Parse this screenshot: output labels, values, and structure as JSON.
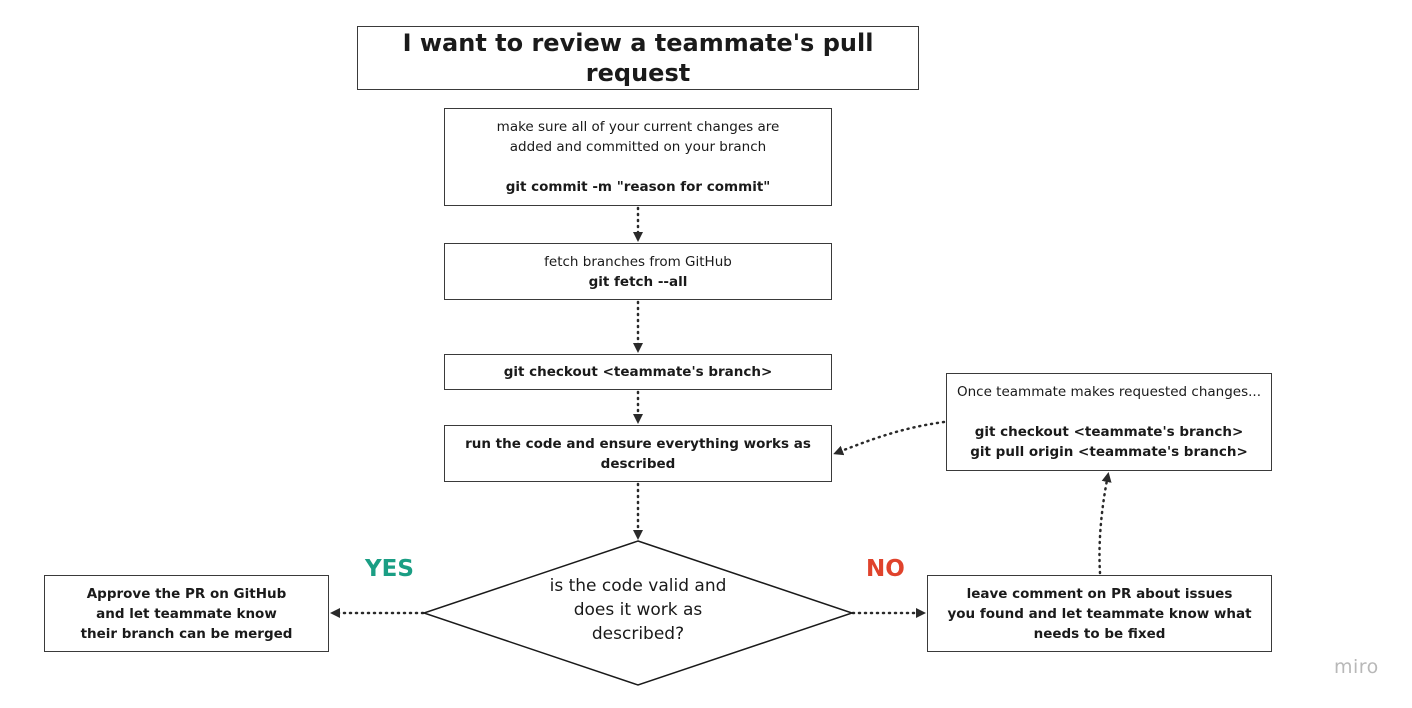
{
  "title": "I want to review a teammate's pull request",
  "steps": {
    "commit": {
      "line1": "make sure all of your current changes are",
      "line2": "added and committed on your branch",
      "command": "git commit -m \"reason for commit\""
    },
    "fetch": {
      "line1": "fetch branches from GitHub",
      "command": "git fetch --all"
    },
    "checkout": {
      "command": "git checkout <teammate's branch>"
    },
    "run": {
      "line1": "run the code and ensure everything works as",
      "line2": "described"
    }
  },
  "decision": {
    "line1": "is the code valid and",
    "line2": "does it work as",
    "line3": "described?",
    "yes_label": "YES",
    "no_label": "NO"
  },
  "approve": {
    "line1": "Approve the PR on GitHub",
    "line2": "and let teammate know",
    "line3": "their branch can be merged"
  },
  "comment": {
    "line1": "leave comment on PR about issues",
    "line2": "you found and let teammate know what",
    "line3": "needs to be fixed"
  },
  "changes": {
    "line1": "Once teammate makes requested changes...",
    "command1": "git checkout <teammate's branch>",
    "command2": "git pull origin <teammate's branch>"
  },
  "logo": "miro",
  "colors": {
    "yes": "#1a9e84",
    "no": "#e0432c",
    "border": "#3a3a3a",
    "logo": "#b8b8b8"
  }
}
